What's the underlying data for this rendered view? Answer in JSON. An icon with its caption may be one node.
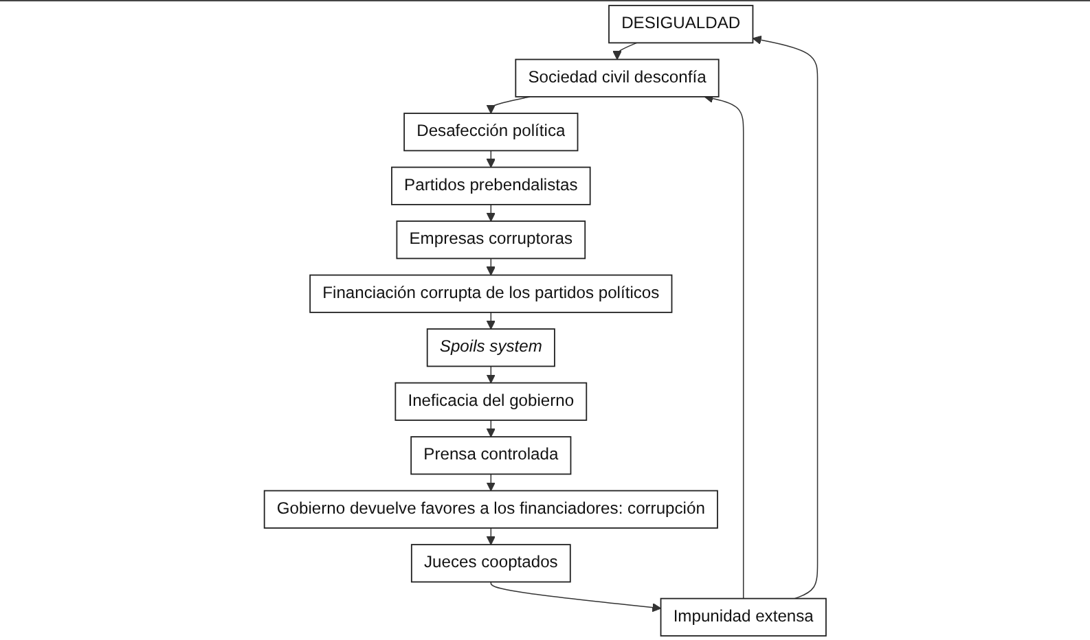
{
  "diagram": {
    "nodes": [
      {
        "text": [
          "DESIGUALDAD"
        ]
      },
      {
        "text": [
          "Sociedad civil desconfía"
        ]
      },
      {
        "text": [
          "Desafección política"
        ]
      },
      {
        "text": [
          "Partidos prebendalistas"
        ]
      },
      {
        "text": [
          "Empresas corruptoras"
        ]
      },
      {
        "text": [
          "Financiación corrupta de los partidos políticos"
        ]
      },
      {
        "text": [
          "Spoils system"
        ]
      },
      {
        "text": [
          "Ineficacia del gobierno"
        ]
      },
      {
        "text": [
          "Prensa controlada"
        ]
      },
      {
        "text": [
          "Gobierno devuelve favores a los financiadores: corrupción"
        ]
      },
      {
        "text": [
          "Jueces cooptados"
        ]
      },
      {
        "text": [
          "Impunidad extensa"
        ]
      }
    ],
    "edges": [
      {
        "from": 0,
        "to": 1,
        "arrow": "to"
      },
      {
        "from": 1,
        "to": 2,
        "arrow": "to"
      },
      {
        "from": 2,
        "to": 3,
        "arrow": "to"
      },
      {
        "from": 3,
        "to": 4,
        "arrow": "to"
      },
      {
        "from": 4,
        "to": 5,
        "arrow": "to"
      },
      {
        "from": 5,
        "to": 6,
        "arrow": "to"
      },
      {
        "from": 6,
        "to": 7,
        "arrow": "to"
      },
      {
        "from": 7,
        "to": 8,
        "arrow": "to"
      },
      {
        "from": 8,
        "to": 9,
        "arrow": "to"
      },
      {
        "from": 9,
        "to": 10,
        "arrow": "to"
      },
      {
        "from": 10,
        "to": 11,
        "arrow": "to"
      },
      {
        "from": 11,
        "to": 0,
        "arrow": "to"
      },
      {
        "from": 11,
        "to": 1,
        "arrow": "to"
      }
    ]
  }
}
